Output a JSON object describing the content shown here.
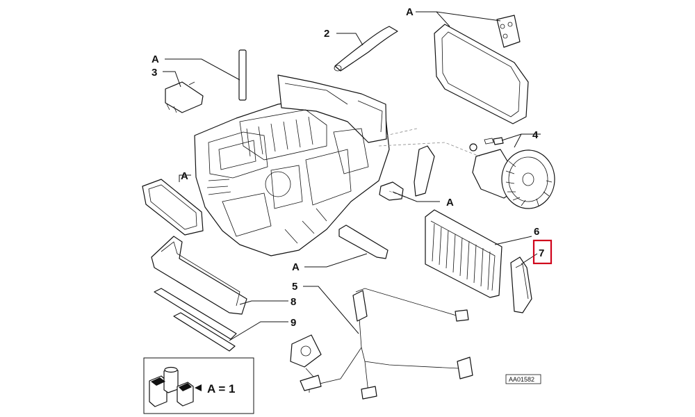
{
  "labels": {
    "a1": "A",
    "a2": "A",
    "a3": "A",
    "a4": "A",
    "a5": "A",
    "n2": "2",
    "n3": "3",
    "n4": "4",
    "n5": "5",
    "n6": "6",
    "n7": "7",
    "n8": "8",
    "n9": "9"
  },
  "legend": {
    "text": "A = 1"
  },
  "reference": "AA01582",
  "highlight": {
    "target": "7",
    "color": "#d0021b"
  }
}
